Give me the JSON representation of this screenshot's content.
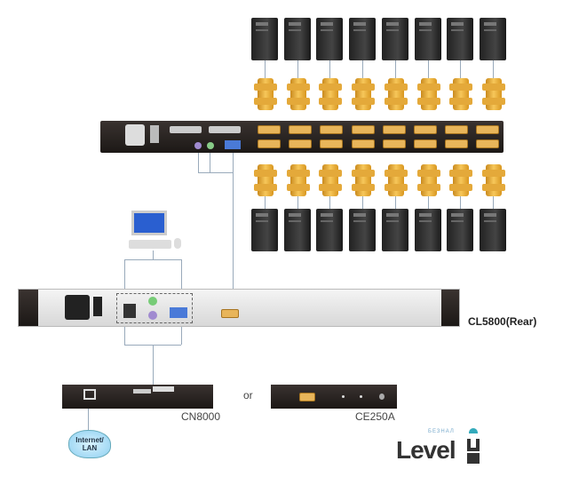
{
  "devices": {
    "main_unit_label": "CL5800(Rear)",
    "remote_option_1": "CN8000",
    "remote_option_2": "CE250A",
    "separator": "or",
    "network_label": "Internet/ LAN"
  },
  "logo": {
    "sub": "БЕЗНАЛ",
    "main": "Level",
    "suffix": "UP"
  },
  "colors": {
    "device": "#231d1b",
    "cable": "#f0b84a",
    "line": "#9aabbb",
    "cloud": "#8fd0f0"
  }
}
